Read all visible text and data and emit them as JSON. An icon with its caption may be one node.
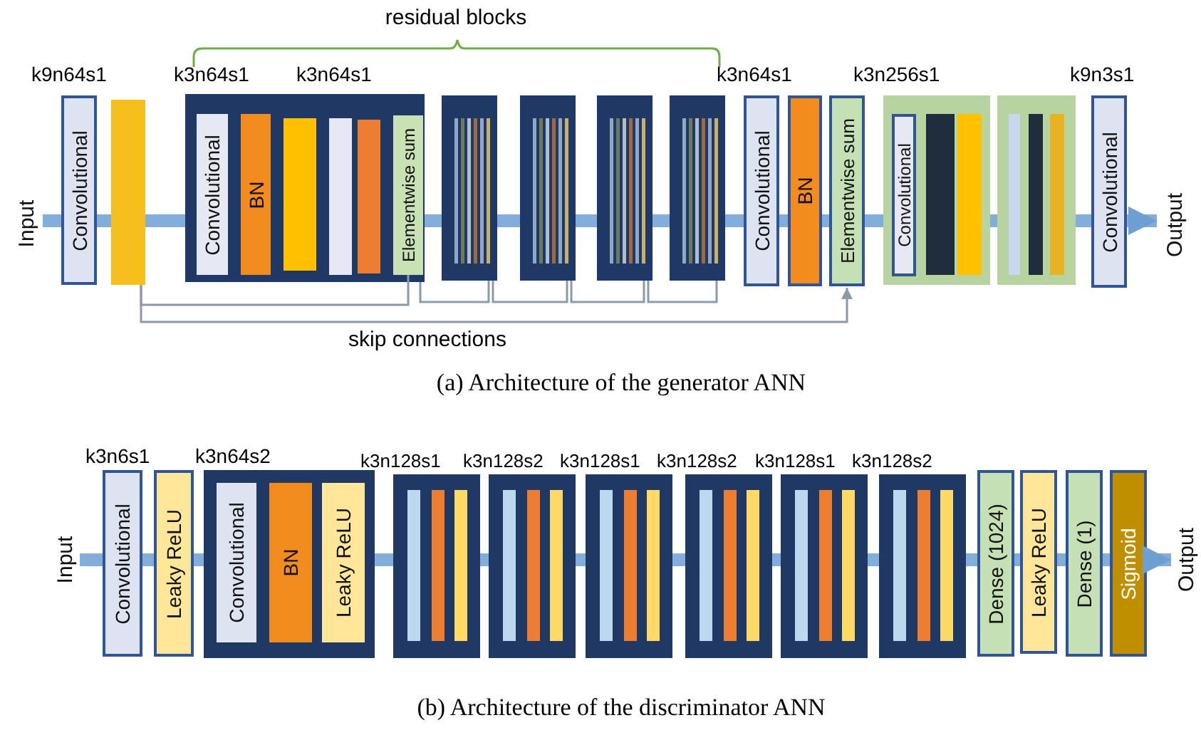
{
  "diagram": {
    "nodes": [
      {
        "text": [
          "Input"
        ]
      },
      {
        "text": [
          "Convolutional"
        ],
        "beside": [
          "k9n64s1"
        ]
      },
      {
        "text": [],
        "shape": "bar"
      },
      {
        "text": [],
        "shape": "box",
        "beside": [
          "k3n64s1",
          "k3n64s1"
        ]
      },
      {
        "text": [
          "Convolutional"
        ],
        "in": 3
      },
      {
        "text": [
          "BN"
        ],
        "in": 3
      },
      {
        "text": [],
        "shape": "bar",
        "in": 3
      },
      {
        "text": [],
        "shape": "bar",
        "in": 3
      },
      {
        "text": [],
        "shape": "bar",
        "in": 3
      },
      {
        "text": [
          "Elementwise sum"
        ],
        "in": 3
      },
      {
        "text": [],
        "shape": "box"
      },
      {
        "text": [],
        "shape": "box"
      },
      {
        "text": [],
        "shape": "box"
      },
      {
        "text": [],
        "shape": "box"
      },
      {
        "text": [
          "Convolutional"
        ],
        "beside": [
          "k3n64s1"
        ]
      },
      {
        "text": [
          "BN"
        ]
      },
      {
        "text": [
          "Elementwise sum"
        ]
      },
      {
        "text": [],
        "shape": "box",
        "beside": [
          "k3n256s1"
        ]
      },
      {
        "text": [
          "Convolutional"
        ],
        "in": 17
      },
      {
        "text": [],
        "shape": "bar",
        "in": 17
      },
      {
        "text": [],
        "shape": "bar",
        "in": 17
      },
      {
        "text": [],
        "shape": "box"
      },
      {
        "text": [],
        "shape": "bar",
        "in": 21
      },
      {
        "text": [],
        "shape": "bar",
        "in": 21
      },
      {
        "text": [],
        "shape": "bar",
        "in": 21
      },
      {
        "text": [
          "Convolutional"
        ],
        "beside": [
          "k9n3s1"
        ]
      },
      {
        "text": [
          "Output"
        ]
      },
      {
        "text": [
          "Input"
        ]
      },
      {
        "text": [
          "Convolutional"
        ],
        "beside": [
          "k3n6s1"
        ]
      },
      {
        "text": [
          "Leaky ReLU"
        ]
      },
      {
        "text": [],
        "shape": "box",
        "beside": [
          "k3n64s2"
        ]
      },
      {
        "text": [
          "Convolutional"
        ],
        "in": 30
      },
      {
        "text": [
          "BN"
        ],
        "in": 30
      },
      {
        "text": [
          "Leaky ReLU"
        ],
        "in": 30
      },
      {
        "text": [],
        "shape": "box",
        "beside": [
          "k3n128s1"
        ]
      },
      {
        "text": [],
        "shape": "bar",
        "in": 34
      },
      {
        "text": [],
        "shape": "bar",
        "in": 34
      },
      {
        "text": [],
        "shape": "bar",
        "in": 34
      },
      {
        "text": [],
        "shape": "box",
        "beside": [
          "k3n128s2"
        ]
      },
      {
        "text": [],
        "shape": "bar",
        "in": 38
      },
      {
        "text": [],
        "shape": "bar",
        "in": 38
      },
      {
        "text": [],
        "shape": "bar",
        "in": 38
      },
      {
        "text": [],
        "shape": "box",
        "beside": [
          "k3n128s1"
        ]
      },
      {
        "text": [],
        "shape": "bar",
        "in": 42
      },
      {
        "text": [],
        "shape": "bar",
        "in": 42
      },
      {
        "text": [],
        "shape": "bar",
        "in": 42
      },
      {
        "text": [],
        "shape": "box",
        "beside": [
          "k3n128s2"
        ]
      },
      {
        "text": [],
        "shape": "bar",
        "in": 46
      },
      {
        "text": [],
        "shape": "bar",
        "in": 46
      },
      {
        "text": [],
        "shape": "bar",
        "in": 46
      },
      {
        "text": [],
        "shape": "box",
        "beside": [
          "k3n128s1"
        ]
      },
      {
        "text": [],
        "shape": "bar",
        "in": 50
      },
      {
        "text": [],
        "shape": "bar",
        "in": 50
      },
      {
        "text": [],
        "shape": "bar",
        "in": 50
      },
      {
        "text": [],
        "shape": "box",
        "beside": [
          "k3n128s2"
        ]
      },
      {
        "text": [],
        "shape": "bar",
        "in": 54
      },
      {
        "text": [],
        "shape": "bar",
        "in": 54
      },
      {
        "text": [],
        "shape": "bar",
        "in": 54
      },
      {
        "text": [
          "Dense (1024)"
        ]
      },
      {
        "text": [
          "Leaky ReLU"
        ]
      },
      {
        "text": [
          "Dense (1)"
        ]
      },
      {
        "text": [
          "Sigmoid"
        ]
      },
      {
        "text": [
          "Output"
        ]
      }
    ],
    "edges": [
      {
        "from": 0,
        "to": 1,
        "arrow": "none"
      },
      {
        "from": 1,
        "to": 2,
        "arrow": "none"
      },
      {
        "from": 2,
        "to": 3,
        "arrow": "none"
      },
      {
        "from": 3,
        "to": 10,
        "arrow": "none"
      },
      {
        "from": 10,
        "to": 11,
        "arrow": "none"
      },
      {
        "from": 11,
        "to": 12,
        "arrow": "none"
      },
      {
        "from": 12,
        "to": 13,
        "arrow": "none"
      },
      {
        "from": 13,
        "to": 14,
        "arrow": "none"
      },
      {
        "from": 14,
        "to": 15,
        "arrow": "none"
      },
      {
        "from": 15,
        "to": 16,
        "arrow": "none"
      },
      {
        "from": 16,
        "to": 17,
        "arrow": "none"
      },
      {
        "from": 17,
        "to": 21,
        "arrow": "none"
      },
      {
        "from": 21,
        "to": 25,
        "arrow": "none"
      },
      {
        "from": 25,
        "to": 26,
        "arrow": "to"
      },
      {
        "from": 2,
        "to": 9,
        "arrow": "none",
        "color": "#8c9aa8"
      },
      {
        "from": 3,
        "to": 10,
        "arrow": "none",
        "color": "#8c9aa8"
      },
      {
        "from": 10,
        "to": 11,
        "arrow": "none",
        "color": "#8c9aa8"
      },
      {
        "from": 11,
        "to": 12,
        "arrow": "none",
        "color": "#8c9aa8"
      },
      {
        "from": 12,
        "to": 13,
        "arrow": "none",
        "color": "#8c9aa8"
      },
      {
        "from": 2,
        "to": 16,
        "arrow": "to",
        "color": "#8c9aa8"
      },
      {
        "from": 27,
        "to": 28,
        "arrow": "none"
      },
      {
        "from": 28,
        "to": 29,
        "arrow": "none"
      },
      {
        "from": 29,
        "to": 30,
        "arrow": "none"
      },
      {
        "from": 30,
        "to": 34,
        "arrow": "none"
      },
      {
        "from": 34,
        "to": 38,
        "arrow": "none"
      },
      {
        "from": 38,
        "to": 42,
        "arrow": "none"
      },
      {
        "from": 42,
        "to": 46,
        "arrow": "none"
      },
      {
        "from": 46,
        "to": 50,
        "arrow": "none"
      },
      {
        "from": 50,
        "to": 54,
        "arrow": "none"
      },
      {
        "from": 54,
        "to": 58,
        "arrow": "none"
      },
      {
        "from": 58,
        "to": 59,
        "arrow": "none"
      },
      {
        "from": 59,
        "to": 60,
        "arrow": "none"
      },
      {
        "from": 60,
        "to": 61,
        "arrow": "none"
      },
      {
        "from": 61,
        "to": 62,
        "arrow": "to"
      }
    ],
    "labels": [
      "residual blocks",
      "skip connections",
      "(a) Architecture of the generator ANN",
      "(b) Architecture of the discriminator ANN"
    ]
  }
}
